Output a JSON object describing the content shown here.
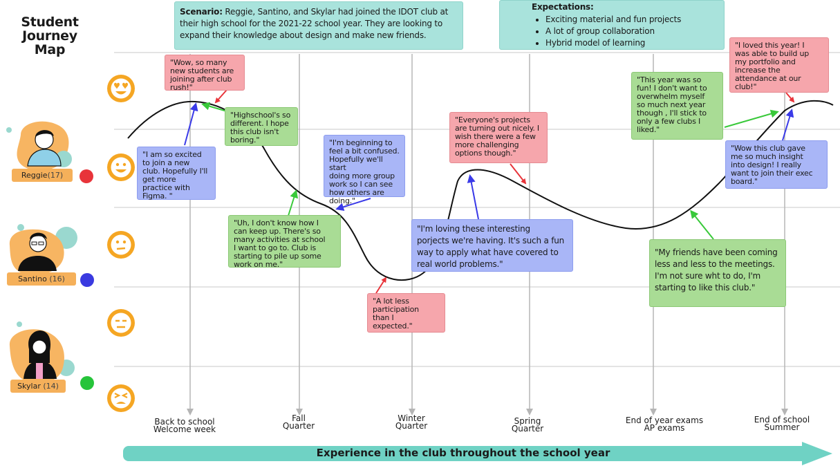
{
  "title": "Student Journey Map",
  "scenario": {
    "label": "Scenario:",
    "text": " Reggie, Santino, and Skylar had joined the IDOT club at their high school for the 2021-22 school year. They are looking to expand their knowledge about design and make new friends."
  },
  "expectations": {
    "title": "Expectations:",
    "items": [
      "Exciting material and fun projects",
      "A lot of group collaboration",
      "Hybrid model of learning"
    ]
  },
  "personas": [
    {
      "name": "Reggie",
      "age": "(17)",
      "dot_color": "#e8343a"
    },
    {
      "name": "Santino",
      "age": " (16)",
      "dot_color": "#3a3ae0"
    },
    {
      "name": "Skylar",
      "age": " (14)",
      "dot_color": "#26c43a"
    }
  ],
  "stages": [
    {
      "line1": "Back to school",
      "line2": "Welcome week"
    },
    {
      "line1": "Fall",
      "line2": "Quarter"
    },
    {
      "line1": "Winter",
      "line2": "Quarter"
    },
    {
      "line1": "Spring",
      "line2": "Quarter"
    },
    {
      "line1": "End of year exams",
      "line2": "AP exams"
    },
    {
      "line1": "End of school",
      "line2": "Summer"
    }
  ],
  "axis_label": "Experience in the club throughout the school year",
  "emotion_icons": [
    "heart-eyes-face-icon",
    "smiling-face-icon",
    "neutral-face-icon",
    "expressionless-face-icon",
    "tired-face-icon"
  ],
  "colors": {
    "pink": "#f6a6ac",
    "green": "#a9dc95",
    "blue": "#a9b6f7",
    "teal": "#a9e3dc",
    "emoji": "#f5a623",
    "red_arrow": "#e8343a",
    "green_arrow": "#39c93a",
    "blue_arrow": "#3a3ae8"
  },
  "quotes": [
    {
      "color": "pink",
      "text": "\"Wow, so many\nnew students are\njoining after club\nrush!\""
    },
    {
      "color": "blue",
      "text": "\"I am so excited\nto join a new\nclub. Hopefully I'll\nget more\npractice with\nFigma. \""
    },
    {
      "color": "green",
      "text": "\"Highschool's so\ndifferent. I hope\nthis club isn't\nboring.\""
    },
    {
      "color": "green",
      "text": "\"Uh, I don't know how I\ncan keep up. There's so\nmany activities at school\nI want to go to. Club is\nstarting to pile up some\nwork on me.\""
    },
    {
      "color": "blue",
      "text": "\"I'm beginning to\nfeel a bit confused.\nHopefully we'll start\ndoing more group\nwork so I can see\nhow others are\ndoing.\""
    },
    {
      "color": "pink",
      "text": "\"A lot less\nparticipation\nthan I\nexpected.\""
    },
    {
      "color": "pink",
      "text": "\"Everyone's projects\nare turning out nicely. I\nwish there were a few\nmore challenging\noptions though.\""
    },
    {
      "color": "blue",
      "text": "\"I'm loving these interesting\nporjects we're having. It's such a fun\nway to apply what have covered to\nreal world problems.\""
    },
    {
      "color": "green",
      "text": "\"This year was so\nfun! I don't want to\noverwhelm myself\nso much next year\nthough , I'll stick to\nonly a few clubs I\nliked.\""
    },
    {
      "color": "green",
      "text": "\"My friends have been coming\nless and less to the meetings.\nI'm not sure wht to do, I'm\nstarting to like this club.\""
    },
    {
      "color": "pink",
      "text": "\"I loved this year! I\nwas able to build up\nmy portfolio and\nincrease the\nattendance at our\nclub!\""
    },
    {
      "color": "blue",
      "text": "\"Wow this club gave\nme so much insight\ninto design! I really\nwant to join their exec\nboard.\""
    }
  ]
}
